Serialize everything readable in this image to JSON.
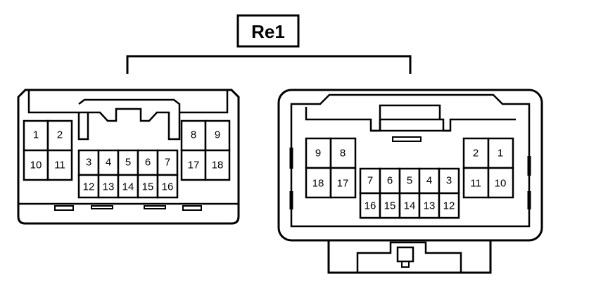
{
  "title": "Re1",
  "connector_left": {
    "upper_left": [
      "1",
      "2",
      "10",
      "11"
    ],
    "upper_right": [
      "8",
      "9",
      "17",
      "18"
    ],
    "middle_top": [
      "3",
      "4",
      "5",
      "6",
      "7"
    ],
    "middle_bottom": [
      "12",
      "13",
      "14",
      "15",
      "16"
    ]
  },
  "connector_right": {
    "upper_left": [
      "9",
      "8",
      "18",
      "17"
    ],
    "upper_right": [
      "2",
      "1",
      "11",
      "10"
    ],
    "middle_top": [
      "7",
      "6",
      "5",
      "4",
      "3"
    ],
    "middle_bottom": [
      "16",
      "15",
      "14",
      "13",
      "12"
    ]
  }
}
